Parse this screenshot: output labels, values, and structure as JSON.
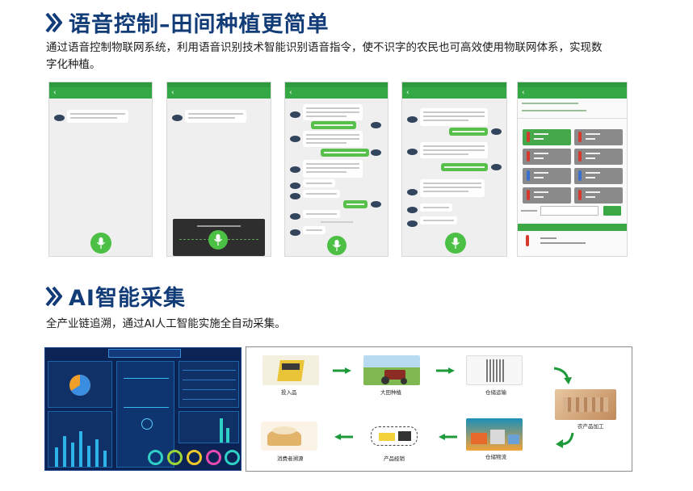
{
  "sections": [
    {
      "title": "语音控制–田间种植更简单",
      "description_line1": "通过语音控制物联网系统，利用语音识别技术智能识别语音指令，使不识字的农民也可高效使用物联网体系，实现数",
      "description_line2": "字化种植。"
    },
    {
      "title": "AI智能采集",
      "description_line1": "全产业链追溯，通过AI人工智能实施全自动采集。"
    }
  ],
  "flow_steps": [
    {
      "label": "投入品"
    },
    {
      "label": "大田种植"
    },
    {
      "label": "仓储运输"
    },
    {
      "label": "农产品加工"
    },
    {
      "label": "仓储物流"
    },
    {
      "label": "产品经销"
    },
    {
      "label": "消费者溯源"
    }
  ],
  "colors": {
    "title": "#123c78",
    "app_green": "#34a844",
    "bubble_green": "#56c04a",
    "dashboard_bg": "#0b2455",
    "flow_arrow": "#1f9a3a"
  },
  "icons": [
    "chevron-right-icon",
    "microphone-icon",
    "back-arrow-icon",
    "thermometer-icon",
    "arrow-right-icon",
    "arrow-left-icon",
    "arrow-curve-icon"
  ]
}
